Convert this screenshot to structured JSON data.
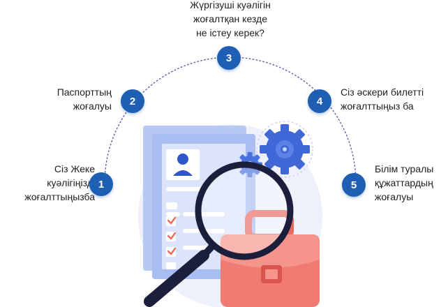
{
  "steps": [
    {
      "number": "1",
      "label": "Сіз Жеке\nкуәлігіңізді\nжоғалттыңызба"
    },
    {
      "number": "2",
      "label": "Паспорттың\nжоғалуы"
    },
    {
      "number": "3",
      "label": "Жүргізуші куәлігін\nжоғалтқан кезде\nне істеу керек?"
    },
    {
      "number": "4",
      "label": "Сіз әскери билетті\nжоғалттыңыз ба"
    },
    {
      "number": "5",
      "label": "Білім туралы\nқұжаттардың\nжоғалуы"
    }
  ],
  "colors": {
    "badge": "#1e5fb4",
    "arc": "#5a5aa8",
    "document": "#a9bdf0",
    "gear": "#3f68d6",
    "briefcase": "#f07b72",
    "check": "#f06a5a"
  },
  "icons": {
    "illustration": "magnifier-over-documents-icon",
    "gears": "gear-icon",
    "briefcase": "briefcase-icon",
    "avatar": "user-avatar-icon",
    "checks": "check-mark-icon"
  }
}
